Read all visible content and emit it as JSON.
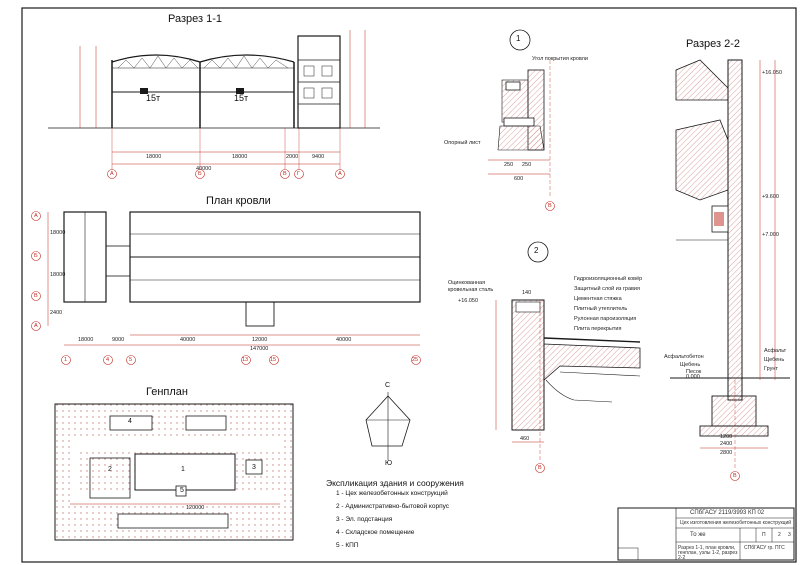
{
  "titles": {
    "section_1": "Разрез 1-1",
    "roof_plan": "План кровли",
    "site_plan": "Генплан",
    "section_2": "Разрез 2-2"
  },
  "callouts": {
    "c1": "1",
    "c2": "2"
  },
  "section_1": {
    "span_left": "15т",
    "span_right": "15т",
    "dims": [
      "18000",
      "18000",
      "2000",
      "9400"
    ],
    "overall": "40000",
    "axes": [
      "А",
      "Б",
      "В",
      "Г",
      "А"
    ]
  },
  "roof_plan": {
    "dims": [
      "18000",
      "9000",
      "40000",
      "12000",
      "40000"
    ],
    "sub_dim": "147000",
    "axes_bottom": [
      "1",
      "4",
      "5",
      "13",
      "15",
      "25"
    ],
    "axes_left": [
      "А",
      "Б",
      "В",
      "А"
    ],
    "left_dims": [
      "18000",
      "18000",
      "2400"
    ]
  },
  "node_1": {
    "label_top": "Угол покрытия кровли",
    "label_left": "Опорный лист",
    "dims": [
      "250",
      "250",
      "600"
    ],
    "axis": "В"
  },
  "node_2": {
    "label_left": "Оцинкованная кровельная сталь",
    "elev": "+16.050",
    "layers": [
      "Гидроизоляционный ковёр",
      "Защитный слой из гравия",
      "Цементная стяжка",
      "Плитный утеплитель",
      "Рулонная пароизоляция",
      "Плита перекрытия"
    ],
    "dims": [
      "140",
      "460"
    ],
    "axis": "В"
  },
  "section_2": {
    "elevations": [
      "+16.050",
      "+9.600",
      "+7.000",
      "0.000"
    ],
    "labels": [
      "Асфальтобетон",
      "Щебень",
      "Песок",
      "Асфальт",
      "Щебень",
      "Грунт"
    ],
    "dims": [
      "1200",
      "2400",
      "2800"
    ],
    "axis": "В"
  },
  "compass": {
    "north": "С",
    "south": "Ю"
  },
  "site_plan": {
    "buildings": [
      "1",
      "2",
      "3",
      "4",
      "5"
    ],
    "dim": "120000"
  },
  "explication": {
    "title": "Экспликация здания и сооружения",
    "items": [
      "1 - Цех железобетонных конструкций",
      "2 - Административно-бытовой корпус",
      "3 - Эл. подстанция",
      "4 - Складское помещение",
      "5 - КПП"
    ]
  },
  "stamp": {
    "code": "СПбГАСУ 2119/3993 КП 02",
    "project": "Цех изготовления железобетонных конструкций",
    "sheet_label": "То же",
    "stage": "П",
    "sheet": "2",
    "sheets": "3",
    "sheet_title": "Разрез 1-1, план кровли, генплан, узлы 1-2, разрез 2-2",
    "org": "СПбГАСУ гр. ПГС"
  },
  "colors": {
    "line": "#1a1a1a",
    "accent": "#c0281f",
    "hatch": "#d9a3a0",
    "fill": "#f4dcda"
  }
}
